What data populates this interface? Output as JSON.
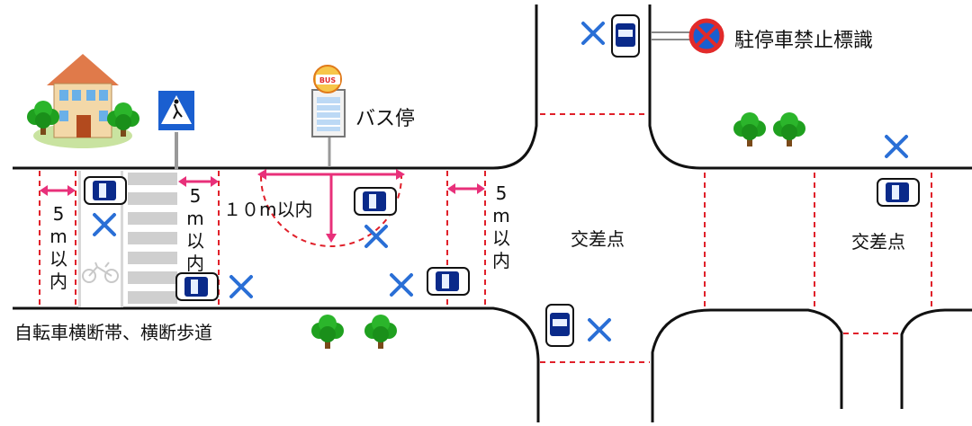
{
  "labels": {
    "no_parking_sign": "駐停車禁止標識",
    "bus_stop": "バス停",
    "bus_sign": "BUS",
    "dist_5m_left": [
      "5",
      "m",
      "以",
      "内"
    ],
    "dist_5m_mid": [
      "5",
      "m",
      "以",
      "内"
    ],
    "dist_5m_right": [
      "5",
      "m",
      "以",
      "内"
    ],
    "dist_10m": "１０m以内",
    "intersection_1": "交差点",
    "intersection_2": "交差点",
    "crossing_caption": "自転車横断帯、横断歩道"
  },
  "colors": {
    "road_edge": "#111111",
    "dash": "#e0202a",
    "measure": "#e8307a",
    "no_parking_x": "#2a6fd6",
    "car_blue": "#0a2a8a",
    "tree_green": "#1fa01f",
    "sign_blue": "#1a5fd0",
    "sign_red": "#e22a2a"
  },
  "icons": [
    "car-icon",
    "no-parking-x-icon",
    "tree-icon",
    "house-icon",
    "pedestrian-crossing-sign-icon",
    "bus-stop-icon",
    "no-parking-sign-icon",
    "bicycle-icon"
  ]
}
